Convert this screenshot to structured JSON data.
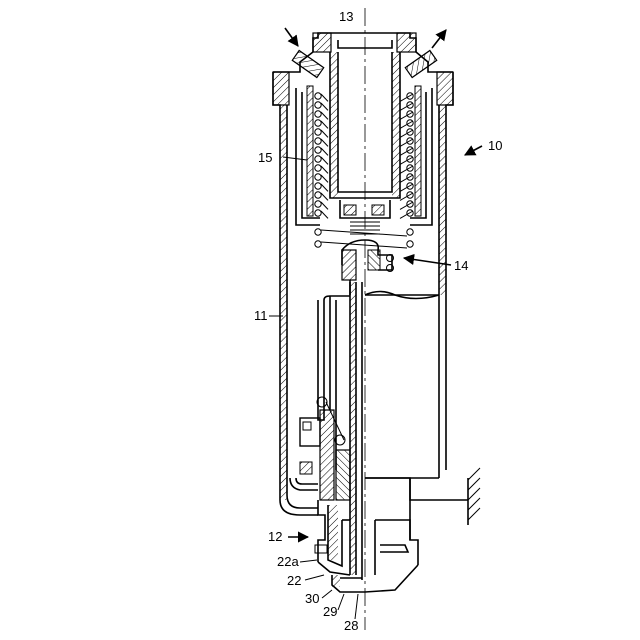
{
  "figure": {
    "labels": {
      "l10": "10",
      "l11": "11",
      "l12": "12",
      "l13": "13",
      "l14": "14",
      "l15": "15",
      "l22": "22",
      "l22a": "22a",
      "l28": "28",
      "l29": "29",
      "l30": "30"
    }
  }
}
